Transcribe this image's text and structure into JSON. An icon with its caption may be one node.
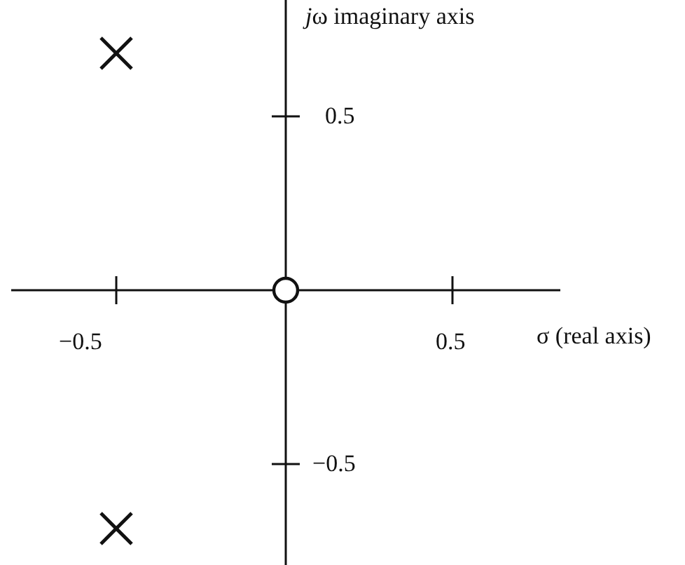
{
  "diagram": {
    "labels": [
      "jω imaginary axis",
      "0.5",
      "−0.5",
      "0.5",
      "σ (real axis)",
      "−0.5"
    ]
  }
}
